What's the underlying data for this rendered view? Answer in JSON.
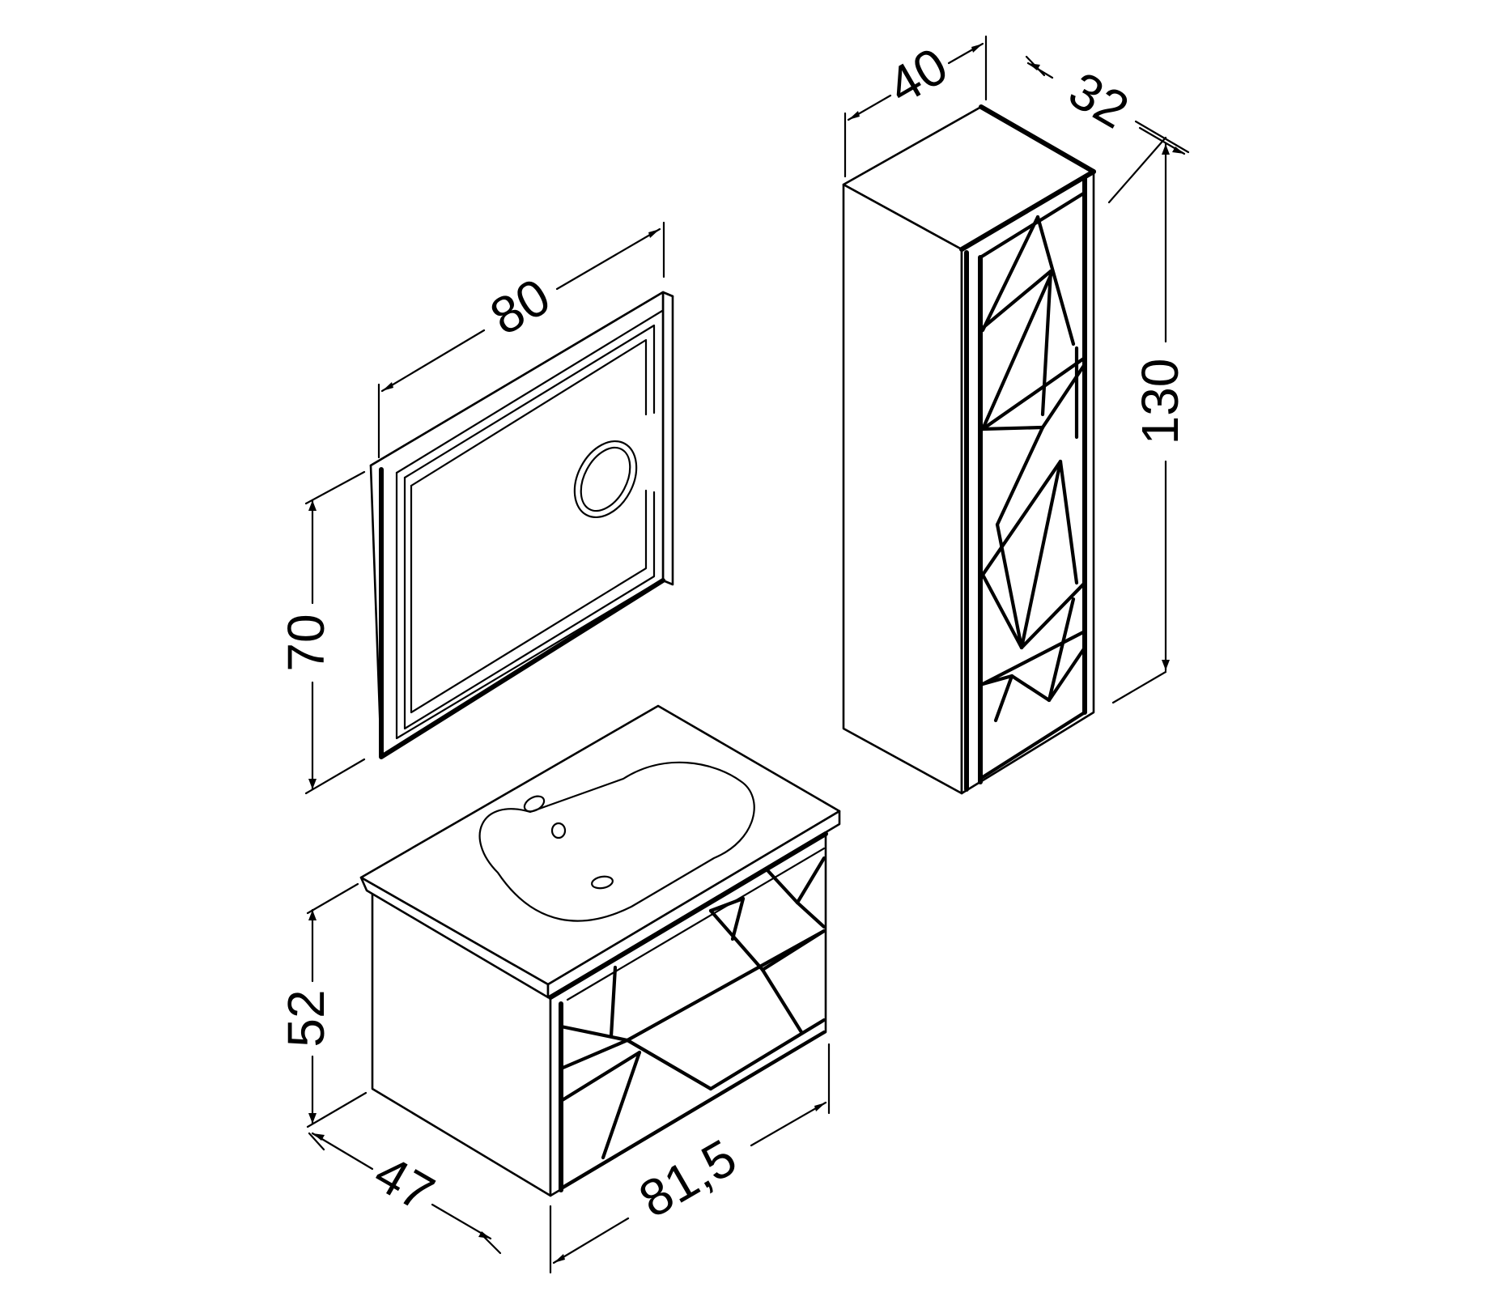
{
  "dimensions": {
    "mirror_width": "80",
    "mirror_height": "70",
    "cabinet_width": "40",
    "cabinet_depth": "32",
    "cabinet_height": "130",
    "vanity_height": "52",
    "vanity_depth": "47",
    "vanity_width": "81,5"
  },
  "colors": {
    "line": "#000000",
    "background": "#ffffff"
  }
}
